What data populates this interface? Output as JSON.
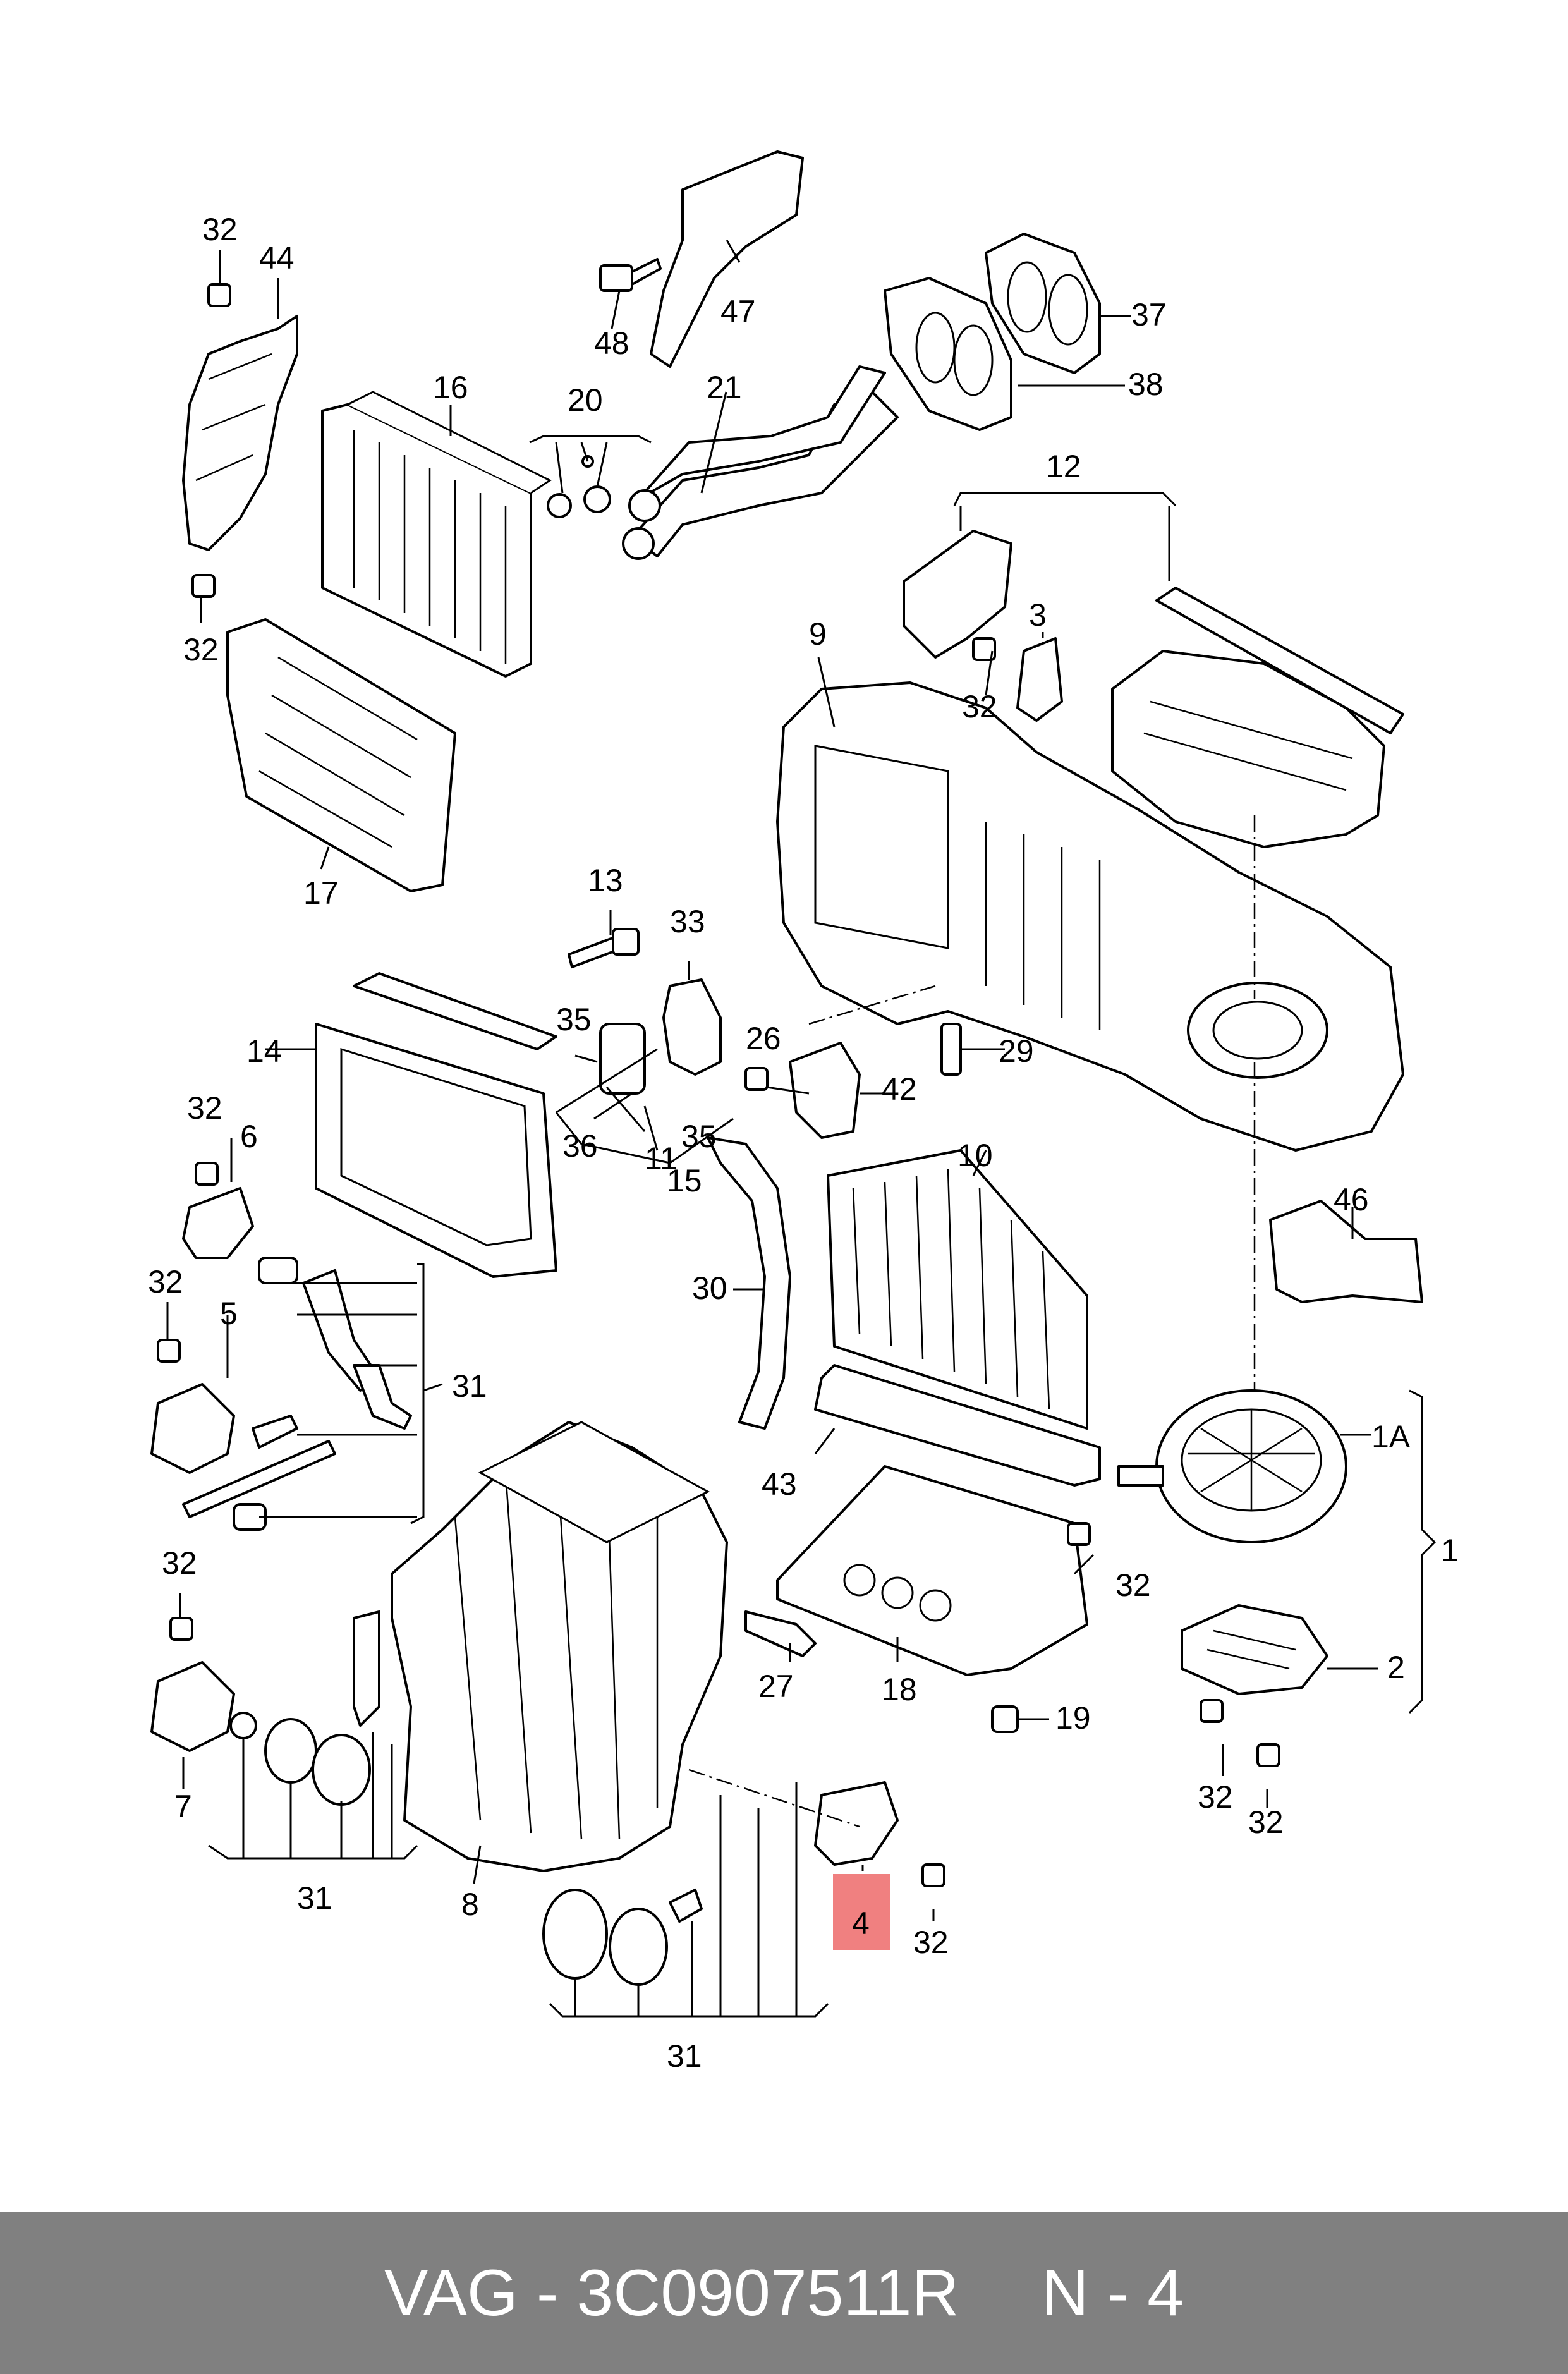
{
  "diagram": {
    "labels": {
      "p1": "1",
      "p1a": "1A",
      "p2": "2",
      "p3": "3",
      "p4": "4",
      "p5": "5",
      "p6": "6",
      "p7": "7",
      "p8": "8",
      "p9": "9",
      "p10": "10",
      "p11": "11",
      "p12": "12",
      "p13": "13",
      "p14": "14",
      "p15": "15",
      "p16": "16",
      "p17": "17",
      "p18": "18",
      "p19": "19",
      "p20": "20",
      "p21": "21",
      "p26": "26",
      "p27": "27",
      "p29": "29",
      "p30": "30",
      "p31": "31",
      "p32": "32",
      "p33": "33",
      "p35": "35",
      "p36": "36",
      "p37": "37",
      "p38": "38",
      "p42": "42",
      "p43": "43",
      "p44": "44",
      "p46": "46",
      "p47": "47",
      "p48": "48"
    },
    "highlight_color": "#f08080"
  },
  "footer": {
    "brand": "VAG",
    "dash": "-",
    "part_number": "3C0907511R",
    "position_prefix": "N",
    "position_number": "4"
  }
}
